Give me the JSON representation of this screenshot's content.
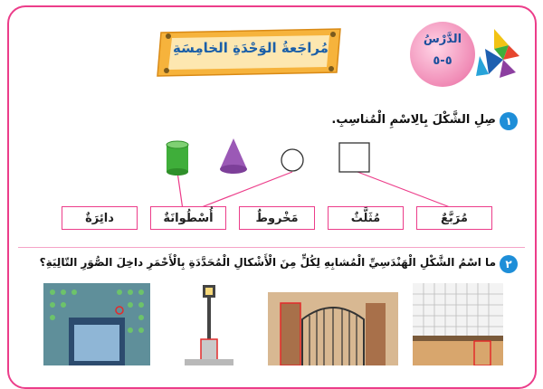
{
  "banner": {
    "title": "مُراجَعةُ الوَحْدَةِ الخامِسَةِ"
  },
  "lesson": {
    "label": "الدَّرْسُ",
    "number": "٥-٥"
  },
  "question1": {
    "number": "١",
    "text": "صِلِ الشَّكْلَ بِالِاسْمِ الْمُناسِبِ."
  },
  "labels": [
    "مُرَبَّعٌ",
    "مُثَلَّثٌ",
    "مَخْروطٌ",
    "أُسْطُوانَةٌ",
    "دائِرَةٌ"
  ],
  "question2": {
    "number": "٢",
    "text": "ما اسْمُ الشَّكْلِ الْهَنْدَسِيِّ الْمُشابِهِ لِكُلٍّ مِنَ الْأَشْكالِ الْمُحَدَّدَةِ بِالْأَحْمَرِ داخِلَ الصُّوَرِ التّالِيَةِ؟"
  },
  "colors": {
    "frame": "#ec3d8a",
    "accent_blue": "#1e8ed8",
    "cylinder": "#3fae3a",
    "cone": "#9b59b6"
  }
}
